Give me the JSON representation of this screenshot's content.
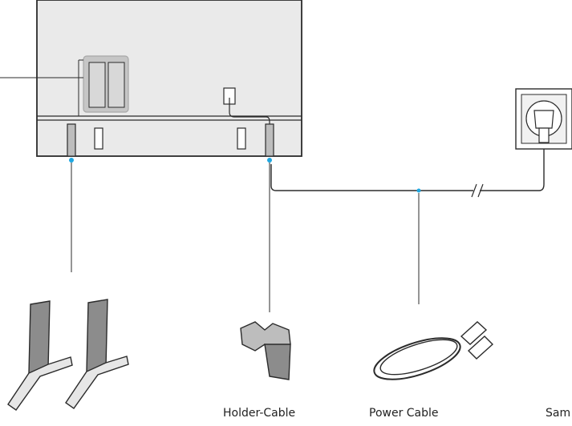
{
  "labels": {
    "holder_cable": "Holder-Cable",
    "power_cable": "Power Cable",
    "cut_off": "Sam"
  },
  "colors": {
    "line": "#2b2b2b",
    "panel": "#e8e8e8",
    "bracket": "#c9c9c9",
    "part_fill": "#8c8c8c",
    "accent": "#1ea7e1"
  }
}
